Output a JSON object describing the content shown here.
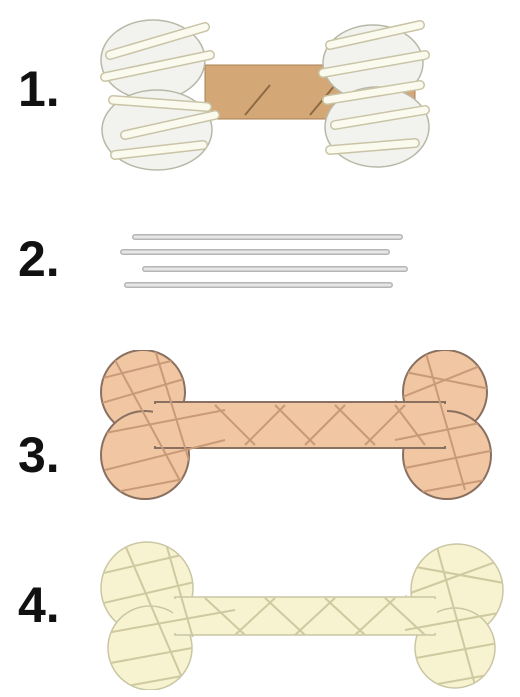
{
  "steps": [
    {
      "number": "1.",
      "image": "wrapped-core-illustration"
    },
    {
      "number": "2.",
      "image": "sticks-illustration"
    },
    {
      "number": "3.",
      "image": "wrapped-bone-tan-illustration"
    },
    {
      "number": "4.",
      "image": "wrapped-bone-cream-illustration"
    }
  ],
  "colors": {
    "tan_core": "#d4a777",
    "yarn_white": "#f4f2e4",
    "bone_tan": "#f1c6a3",
    "bone_cream": "#f7f2d0",
    "stick_grey": "#c9c9c9"
  }
}
